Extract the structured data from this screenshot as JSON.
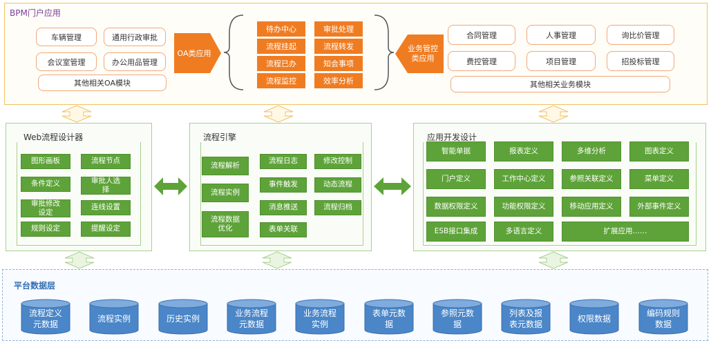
{
  "portal": {
    "title": "BPM门户应用",
    "oa_items": [
      "车辆管理",
      "通用行政审批",
      "会议室管理",
      "办公用品管理"
    ],
    "oa_other": "其他相关OA模块",
    "oa_label": "OA类应用",
    "center_items": [
      "待办中心",
      "审批处理",
      "流程挂起",
      "流程转发",
      "流程已办",
      "知会事项",
      "流程监控",
      "效率分析"
    ],
    "biz_label": "业务管控类应用",
    "biz_items": [
      "合同管理",
      "人事管理",
      "询比价管理",
      "费控管理",
      "项目管理",
      "招投标管理"
    ],
    "biz_other": "其他相关业务模块"
  },
  "designer": {
    "title": "Web流程设计器",
    "items": [
      "图形画板",
      "流程节点",
      "条件定义",
      "审批人选择",
      "审批修改设定",
      "连线设置",
      "规则设定",
      "提醒设定"
    ]
  },
  "engine": {
    "title": "流程引擎",
    "left_items": [
      "流程解析",
      "流程实例",
      "流程数据优化"
    ],
    "items": [
      "流程日志",
      "修改控制",
      "事件触发",
      "动态流程",
      "消息推送",
      "流程归档",
      "表单关联"
    ]
  },
  "appdev": {
    "title": "应用开发设计",
    "items": [
      "智能单据",
      "报表定义",
      "多维分析",
      "图表定义",
      "门户定义",
      "工作中心定义",
      "参照关联定义",
      "菜单定义",
      "数据权限定义",
      "功能权限定义",
      "移动应用定义",
      "外部事件定义",
      "ESB接口集成",
      "多语言定义",
      "扩展应用……"
    ]
  },
  "datalayer": {
    "title": "平台数据层",
    "items": [
      "流程定义元数据",
      "流程实例",
      "历史实例",
      "业务流程元数据",
      "业务流程实例",
      "表单元数据",
      "参照元数据",
      "列表及报表元数据",
      "权限数据",
      "编码规则数据"
    ]
  },
  "colors": {
    "orange": "#f07c22",
    "green": "#5ea339",
    "blue": "#4a86c8",
    "portal_border": "#f0c060"
  }
}
